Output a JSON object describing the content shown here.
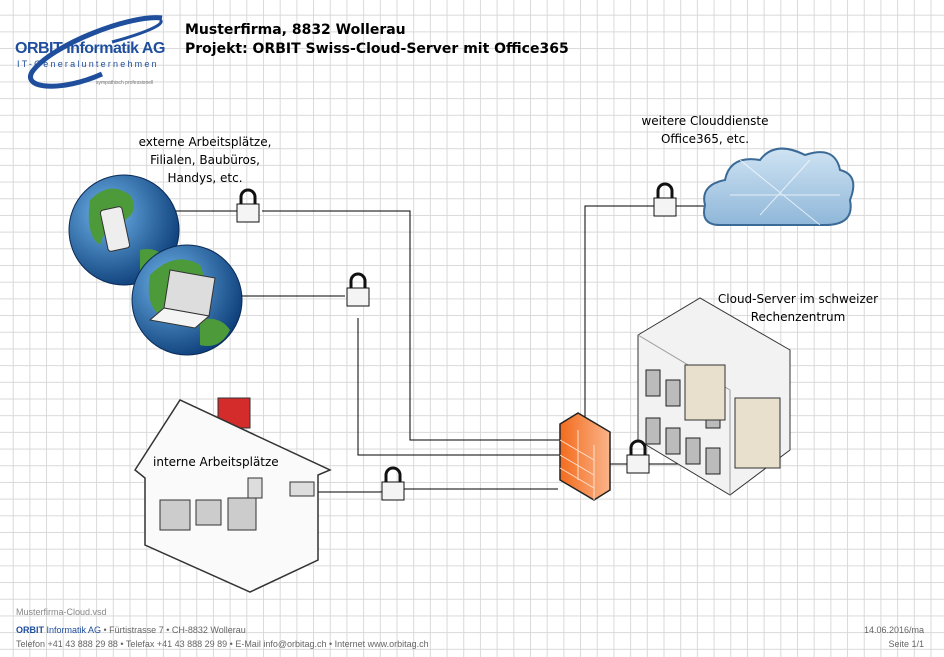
{
  "logo": {
    "brand": "ORBIT Informatik AG",
    "subtitle": "IT-Generalunternehmen",
    "slogan": "sympathisch professionell"
  },
  "header": {
    "line1": "Musterfirma, 8832 Wollerau",
    "line2": "Projekt: ORBIT Swiss-Cloud-Server mit Office365"
  },
  "labels": {
    "external": [
      "externe Arbeitsplätze,",
      "Filialen, Baubüros,",
      "Handys, etc."
    ],
    "cloud": [
      "weitere Clouddienste",
      "Office365, etc."
    ],
    "server": [
      "Cloud-Server im schweizer",
      "Rechenzentrum"
    ],
    "internal": "interne Arbeitsplätze"
  },
  "footer": {
    "filename": "Musterfirma-Cloud.vsd",
    "company_bold": "ORBIT",
    "company_rest": " Informatik AG",
    "address": " • Fürtistrasse 7 • CH-8832 Wollerau",
    "contact": "Telefon +41 43 888 29 88 • Telefax +41 43 888 29 89 • E-Mail info@orbitag.ch • Internet www.orbitag.ch",
    "date": "14.06.2016/ma",
    "page": "Seite 1/1"
  },
  "colors": {
    "brand_blue": "#1f4e9c",
    "firewall": "#f7894a",
    "globe_ocean": "#1f5fa8",
    "globe_land": "#4c9a3a"
  }
}
